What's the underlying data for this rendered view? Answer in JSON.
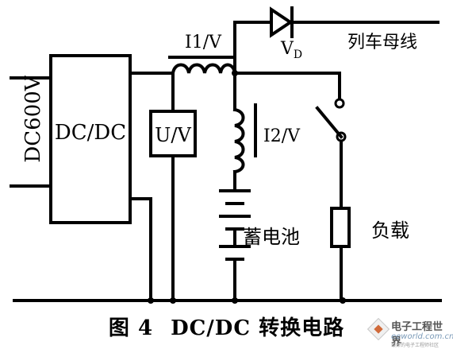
{
  "figure": {
    "caption_number": "图 4",
    "caption_title": "DC/DC 转换电路"
  },
  "circuit": {
    "input_label": "DC600V",
    "converter_label": "DC/DC",
    "voltage_sensor_label": "U/V",
    "current_sensor_1_label": "I1/V",
    "current_sensor_2_label": "I2/V",
    "diode_label": "V",
    "diode_label_sub": "D",
    "bus_label": "列车母线",
    "battery_label": "蓄电池",
    "load_label": "负载"
  },
  "watermark": {
    "name": "电子工程世界",
    "url": "eeworld.com.cn",
    "slogan": "最好的电子工程师社区"
  },
  "colors": {
    "ink": "#000000",
    "watermark_accent": "#d06a3a"
  }
}
